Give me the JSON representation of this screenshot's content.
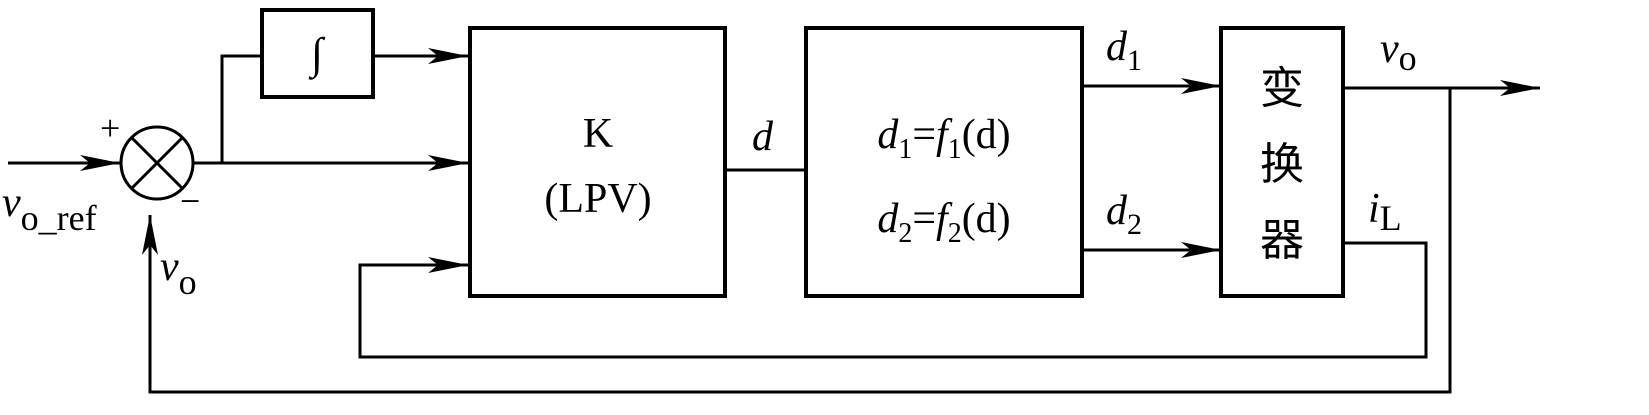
{
  "diagram": {
    "integrator": {
      "symbol": "∫"
    },
    "controller": {
      "line1": "K",
      "line2": "(LPV)"
    },
    "mapping": {
      "line1": {
        "d": "d",
        "sub1": "1",
        "eq": "=",
        "f": "f",
        "sub2": "1",
        "arg": "(d)"
      },
      "line2": {
        "d": "d",
        "sub1": "2",
        "eq": "=",
        "f": "f",
        "sub2": "2",
        "arg": "(d)"
      }
    },
    "converter": {
      "chars": [
        "变",
        "换",
        "器"
      ]
    },
    "signals": {
      "d": "d",
      "d1": {
        "main": "d",
        "sub": "1"
      },
      "d2": {
        "main": "d",
        "sub": "2"
      },
      "vo_out": {
        "main": "v",
        "sub": "o"
      },
      "iL": {
        "main": "i",
        "sub": "L"
      },
      "vo_ref": {
        "main": "v",
        "sub": "o_ref"
      },
      "vo_fb": {
        "main": "v",
        "sub": "o"
      },
      "plus": "+",
      "minus": "−"
    }
  }
}
